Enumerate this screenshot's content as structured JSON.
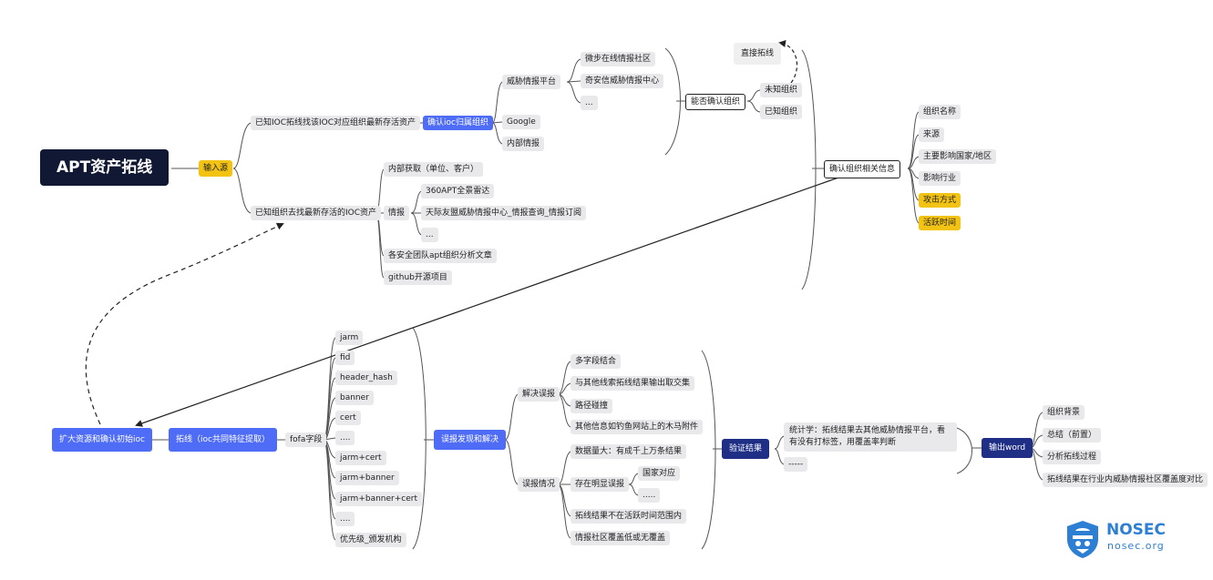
{
  "root": "APT资产拓线",
  "input_source": "输入源",
  "branch_known_ioc": "已知IOC拓线找该IOC对应组织最新存活资产",
  "confirm_ioc_org": "确认ioc归属组织",
  "ioc_org_items": [
    "威胁情报平台",
    "Google",
    "内部情报"
  ],
  "ti_platforms": [
    "微步在线情报社区",
    "奇安信威胁情报中心",
    "..."
  ],
  "can_confirm_org": "能否确认组织",
  "org_status": [
    "未知组织",
    "已知组织"
  ],
  "direct_expand": "直接拓线",
  "branch_known_org": "已知组织去找最新存活的IOC资产",
  "org_sources": [
    "内部获取（单位、客户）",
    "情报",
    "各安全团队apt组织分析文章",
    "github开源项目"
  ],
  "intel_items": [
    "360APT全景雷达",
    "天际友盟威胁情报中心_情报查询_情报订阅",
    "..."
  ],
  "confirm_org_info": "确认组织相关信息",
  "org_info_items": [
    "组织名称",
    "来源",
    "主要影响国家/地区",
    "影响行业",
    "攻击方式",
    "活跃时间"
  ],
  "expand_source": "扩大资源和确认初始ioc",
  "expand_common": "拓线（ioc共同特征提取）",
  "fofa_field": "fofa字段",
  "fofa_items": [
    "jarm",
    "fid",
    "header_hash",
    "banner",
    "cert",
    "....",
    "jarm+cert",
    "jarm+banner",
    "jarm+banner+cert",
    "....",
    "优先级_颁发机构"
  ],
  "false_positive": "误报发现和解决",
  "solve_fp": "解决误报",
  "solve_items": [
    "多字段结合",
    "与其他线索拓线结果输出取交集",
    "路径碰撞",
    "其他信息如钓鱼网站上的木马附件"
  ],
  "fp_cases": "误报情况",
  "fp_items": [
    "数据量大：有成千上万条结果",
    "存在明显误报",
    "拓线结果不在活跃时间范围内",
    "情报社区覆盖低或无覆盖"
  ],
  "obvious_fp_items": [
    "国家对应",
    "....."
  ],
  "verify_result": "验证结果",
  "stats_text": "统计学：拓线结果去其他威胁情报平台，看有没有打标签，用覆盖率判断",
  "dash_text": "-----",
  "output_word": "输出word",
  "word_items": [
    "组织背景",
    "总结（前置）",
    "分析拓线过程",
    "拓线结果在行业内威胁情报社区覆盖度对比"
  ],
  "logo_title": "NOSEC",
  "logo_sub": "nosec.org",
  "colors": {
    "dark": "#111834",
    "yellow": "#f2c312",
    "blue": "#4f6cf6",
    "navy": "#1f2f86",
    "gray": "#e9e9ec",
    "line": "#555555"
  }
}
